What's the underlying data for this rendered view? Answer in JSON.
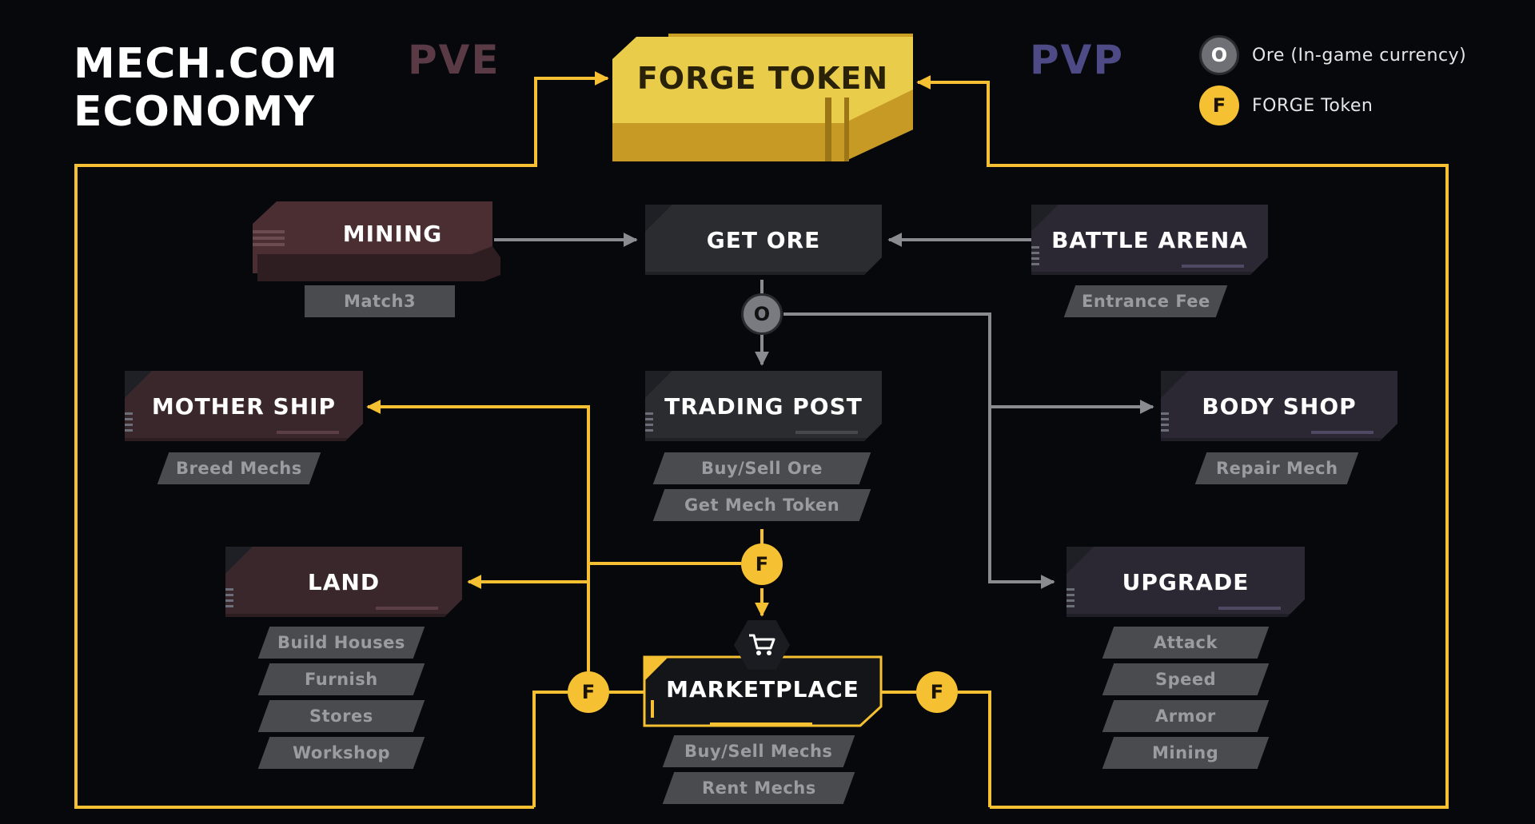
{
  "title": {
    "line1": "MECH.COM",
    "line2": "ECONOMY"
  },
  "zones": {
    "pve": "PVE",
    "pvp": "PVP"
  },
  "legend": [
    {
      "symbol": "O",
      "label": "Ore (In-game currency)"
    },
    {
      "symbol": "F",
      "label": "FORGE Token"
    }
  ],
  "forge_token": {
    "label": "FORGE TOKEN"
  },
  "nodes": {
    "mining": {
      "label": "MINING",
      "tags": [
        "Match3"
      ]
    },
    "get_ore": {
      "label": "GET ORE"
    },
    "battle_arena": {
      "label": "BATTLE ARENA",
      "tags": [
        "Entrance Fee"
      ]
    },
    "mother_ship": {
      "label": "MOTHER SHIP",
      "tags": [
        "Breed Mechs"
      ]
    },
    "trading_post": {
      "label": "TRADING POST",
      "tags": [
        "Buy/Sell Ore",
        "Get Mech Token"
      ]
    },
    "body_shop": {
      "label": "BODY SHOP",
      "tags": [
        "Repair Mech"
      ]
    },
    "land": {
      "label": "LAND",
      "tags": [
        "Build Houses",
        "Furnish",
        "Stores",
        "Workshop"
      ]
    },
    "upgrade": {
      "label": "UPGRADE",
      "tags": [
        "Attack",
        "Speed",
        "Armor",
        "Mining"
      ]
    },
    "marketplace": {
      "label": "MARKETPLACE",
      "tags": [
        "Buy/Sell Mechs",
        "Rent Mechs"
      ]
    }
  },
  "flow_badges": {
    "ore": "O",
    "forge": "F"
  },
  "colors": {
    "background": "#07080c",
    "gold": "#f5c032",
    "gray_arrow": "#8a8b90",
    "pve_title": "#5a3a44",
    "pvp_title": "#4d4a86",
    "pve_node": "#3a272b",
    "pvp_node": "#2b2833",
    "neutral_node": "#2b2c30",
    "tag": "#4a4b4f"
  },
  "icons": {
    "cart": "shopping-cart-icon"
  }
}
